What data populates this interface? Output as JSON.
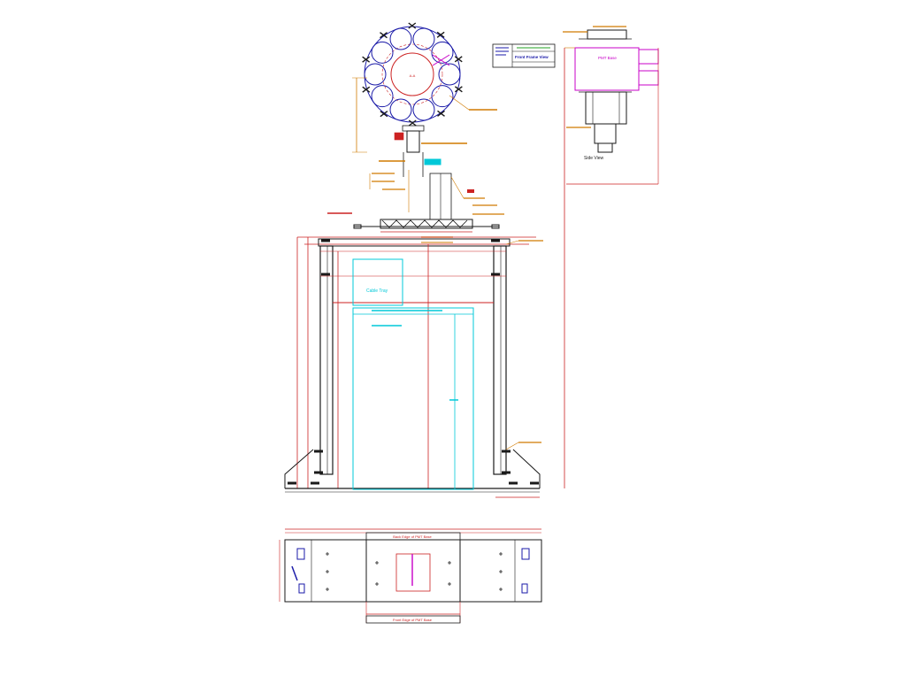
{
  "drawing": {
    "labels": {
      "side_view": "Side View",
      "cable_tray": "Cable Tray",
      "frame_label": "Front Frame View",
      "pmt_label": "PMT Base",
      "front_edge": "Front Edge of PMT Base",
      "back_edge": "Back Edge of PMT Base",
      "center_label": "A-A"
    },
    "colors": {
      "frame": "#1a1a1a",
      "dimension": "#cc2222",
      "annotation": "#d07a00",
      "cyan": "#00c8d8",
      "blue": "#1a1aa8",
      "magenta": "#c800c8",
      "green": "#20a020"
    }
  }
}
